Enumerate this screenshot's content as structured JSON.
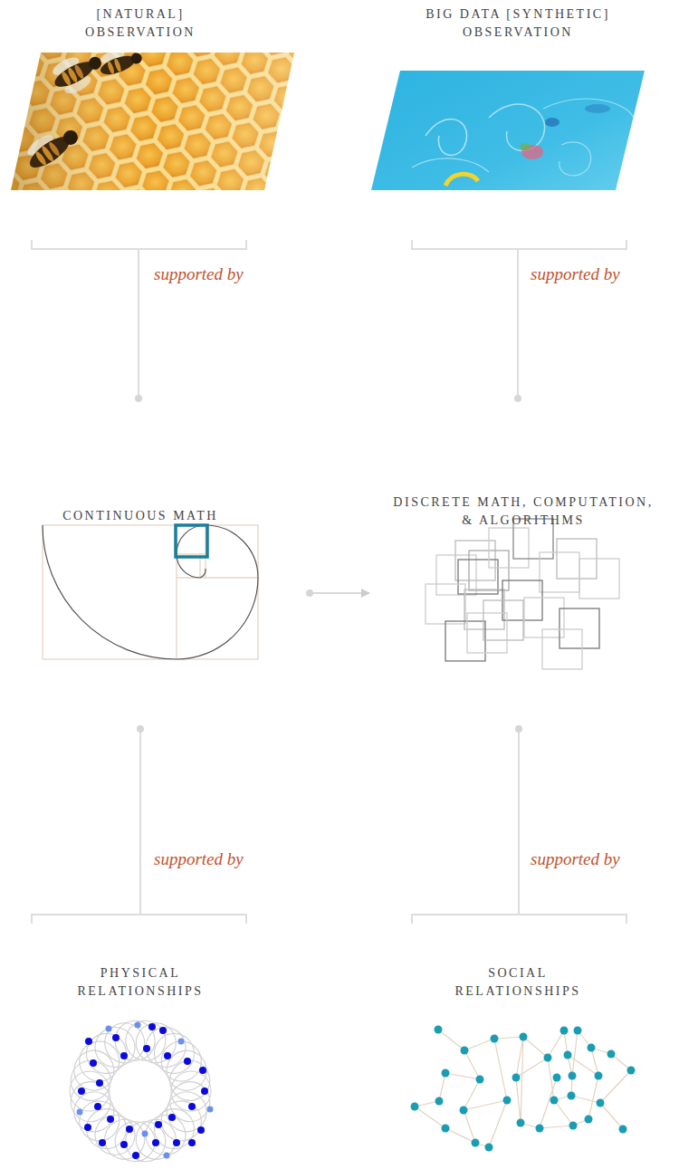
{
  "diagram": {
    "nodes": [
      {
        "text": [
          "[NATURAL] OBSERVATION"
        ]
      },
      {
        "text": [
          "BIG DATA [SYNTHETIC] OBSERVATION"
        ]
      },
      {
        "text": [
          "CONTINUOUS MATH"
        ]
      },
      {
        "text": [
          "DISCRETE MATH, COMPUTATION, & ALGORITHMS"
        ]
      },
      {
        "text": [
          "PHYSICAL RELATIONSHIPS"
        ]
      },
      {
        "text": [
          "SOCIAL RELATIONSHIPS"
        ]
      }
    ],
    "edges": [
      {
        "from": 0,
        "to": 2,
        "arrow": "none",
        "label": "supported by"
      },
      {
        "from": 1,
        "to": 3,
        "arrow": "none",
        "label": "supported by"
      },
      {
        "from": 2,
        "to": 3,
        "arrow": "to"
      },
      {
        "from": 2,
        "to": 4,
        "arrow": "none",
        "label": "supported by"
      },
      {
        "from": 3,
        "to": 5,
        "arrow": "none",
        "label": "supported by"
      }
    ]
  }
}
